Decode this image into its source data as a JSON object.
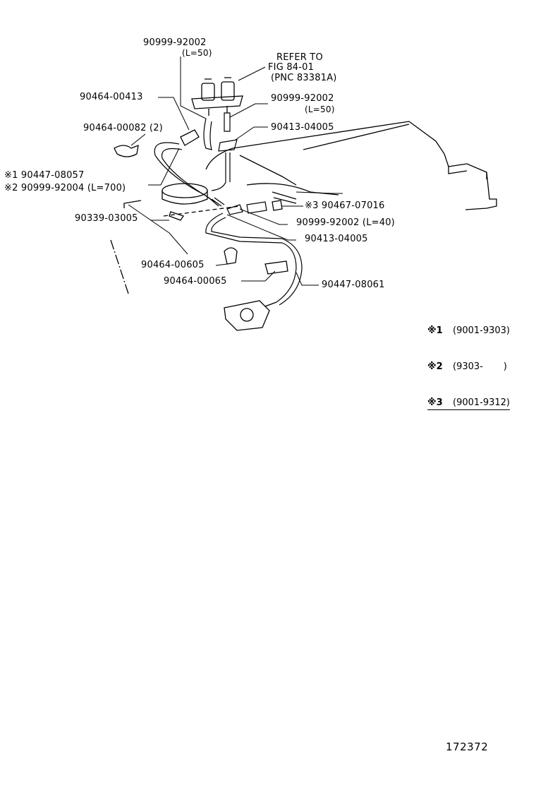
{
  "labels": {
    "p_90999_92002_top": "90999-92002",
    "p_90999_92002_top_len": "(L=50)",
    "refer_line1": "REFER TO",
    "refer_line2": "FIG 84-01",
    "refer_line3": "(PNC 83381A)",
    "p_90464_00413": "90464-00413",
    "p_90999_92002_mid": "90999-92002",
    "p_90999_92002_mid_len": "(L=50)",
    "p_90464_00082": "90464-00082 (2)",
    "p_90413_04005_top": "90413-04005",
    "p_90447_08057": "※1 90447-08057",
    "p_90999_92004": "※2 90999-92004 (L=700)",
    "p_90467_07016": "※3 90467-07016",
    "p_90339_03005": "90339-03005",
    "p_90999_92002_low": "90999-92002 (L=40)",
    "p_90413_04005_low": "90413-04005",
    "p_90464_00605": "90464-00605",
    "p_90464_00065": "90464-00065",
    "p_90447_08061": "90447-08061"
  },
  "legend": [
    {
      "mark": "※1",
      "range": "(9001-9303)"
    },
    {
      "mark": "※2",
      "range": "(9303-       )"
    },
    {
      "mark": "※3",
      "range": "(9001-9312)"
    }
  ],
  "figure_number": "172372"
}
